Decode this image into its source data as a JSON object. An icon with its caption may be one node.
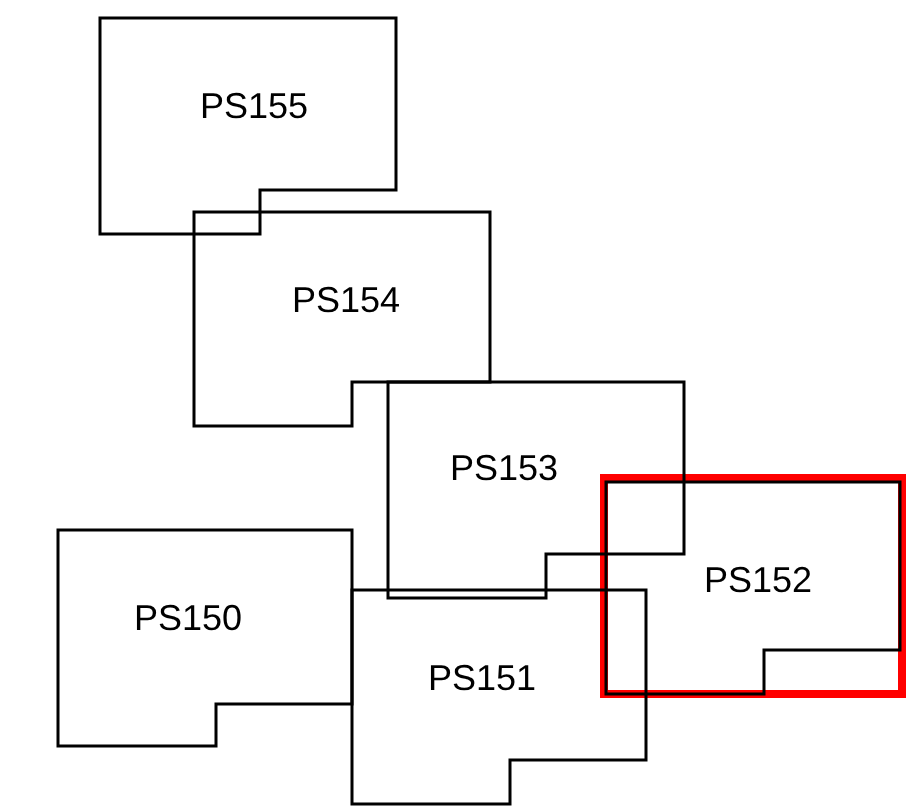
{
  "diagram": {
    "nodes": [
      {
        "text": [
          "PS155"
        ]
      },
      {
        "text": [
          "PS154"
        ]
      },
      {
        "text": [
          "PS153"
        ]
      },
      {
        "text": [
          "PS152"
        ]
      },
      {
        "text": [
          "PS150"
        ]
      },
      {
        "text": [
          "PS151"
        ]
      }
    ]
  }
}
